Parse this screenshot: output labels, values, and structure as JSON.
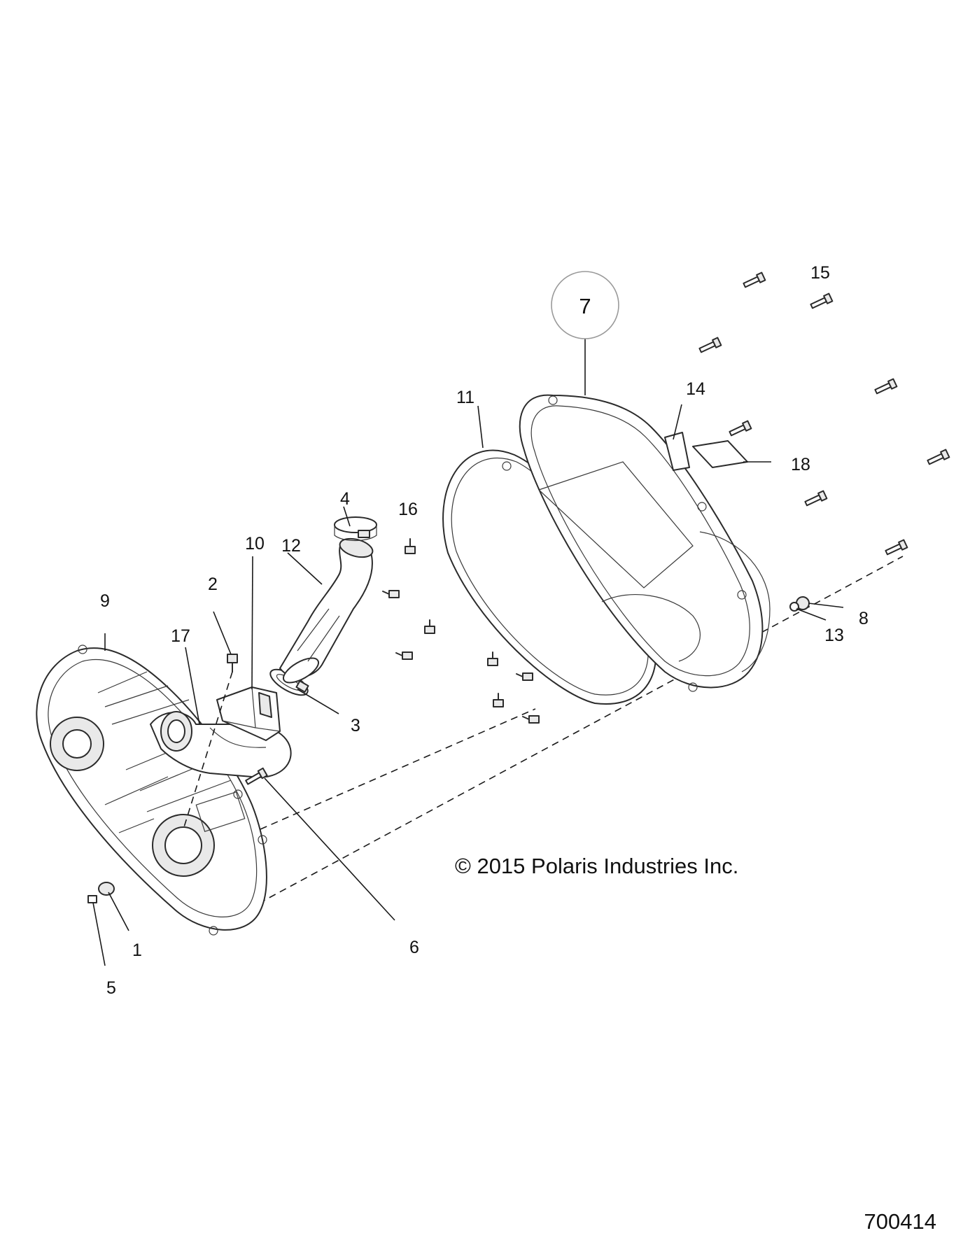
{
  "diagram": {
    "copyright": "© 2015 Polaris Industries Inc.",
    "figure_number": "700414",
    "callouts": {
      "c1": "1",
      "c2": "2",
      "c3": "3",
      "c4": "4",
      "c5": "5",
      "c6": "6",
      "c7": "7",
      "c8": "8",
      "c9": "9",
      "c10": "10",
      "c11": "11",
      "c12": "12",
      "c13": "13",
      "c14": "14",
      "c15": "15",
      "c16": "16",
      "c17": "17",
      "c18": "18"
    }
  }
}
